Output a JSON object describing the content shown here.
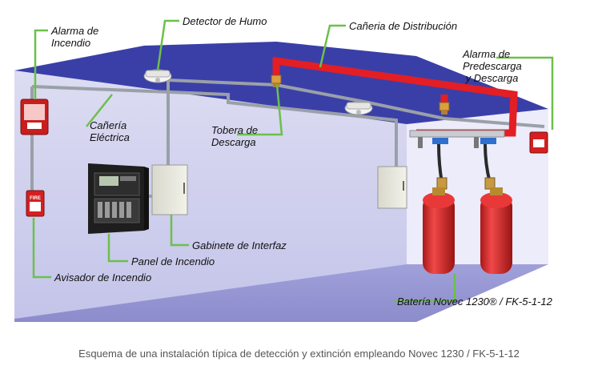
{
  "labels": {
    "alarma_incendio": "Alarma de\nIncendio",
    "detector_humo": "Detector de Humo",
    "caneria_distribucion": "Cañeria de Distribución",
    "alarma_predescarga": "Alarma de\nPredescarga\n y Descarga",
    "caneria_electrica": "Cañería\nEléctrica",
    "tobera_descarga": "Tobera de\nDescarga",
    "gabinete_interfaz": "Gabinete de Interfaz",
    "panel_incendio": "Panel de Incendio",
    "avisador_incendio": "Avisador de Incendio",
    "bateria_novec": "Batería Novec 1230® / FK-5-1-12"
  },
  "device_text": {
    "fire_sign": "FIRE"
  },
  "caption": "Esquema de una instalación típica de detección y extinción empleando Novec 1230 / FK-5-1-12",
  "colors": {
    "ceiling": "#3a3fa8",
    "pipe_red": "#e31e24",
    "leader_green": "#6cc04a",
    "cylinder_red": "#d82a2a"
  }
}
